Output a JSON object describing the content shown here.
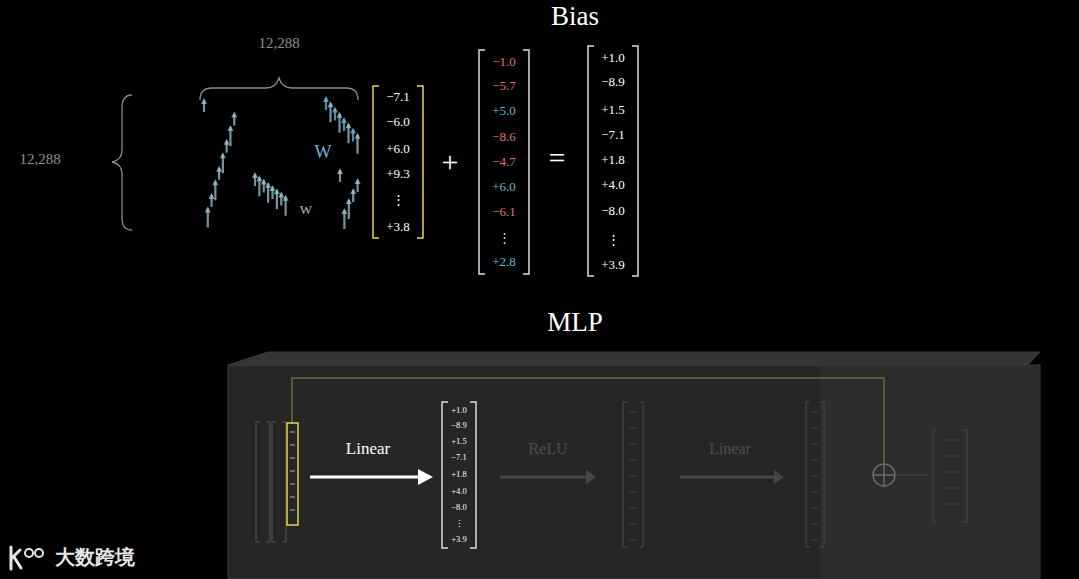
{
  "diagram": {
    "title": "Bias",
    "nodes": [
      {
        "text": [
          "−7.1",
          "−6.0",
          "+6.0",
          "+9.3",
          "⋮",
          "+3.8"
        ]
      },
      {
        "text": [
          "−1.0",
          "−5.7",
          "+5.0",
          "−8.6",
          "−4.7",
          "+6.0",
          "−6.1",
          "⋮",
          "+2.8"
        ]
      },
      {
        "text": [
          "+1.0",
          "−8.9",
          "+1.5",
          "−7.1",
          "+1.8",
          "+4.0",
          "−8.0",
          "⋮",
          "+3.9"
        ]
      },
      {
        "text": [
          "MLP"
        ]
      },
      {
        "text": [
          "+1.0",
          "−8.9",
          "+1.5",
          "−7.1",
          "+1.8",
          "+4.0",
          "−8.0",
          "⋮",
          "+3.9"
        ],
        "in": 3
      }
    ],
    "labels": [
      "12,288",
      "12,288",
      "W",
      "W",
      "+",
      "=",
      "Linear",
      "ReLU",
      "Linear",
      "大数跨境"
    ]
  }
}
